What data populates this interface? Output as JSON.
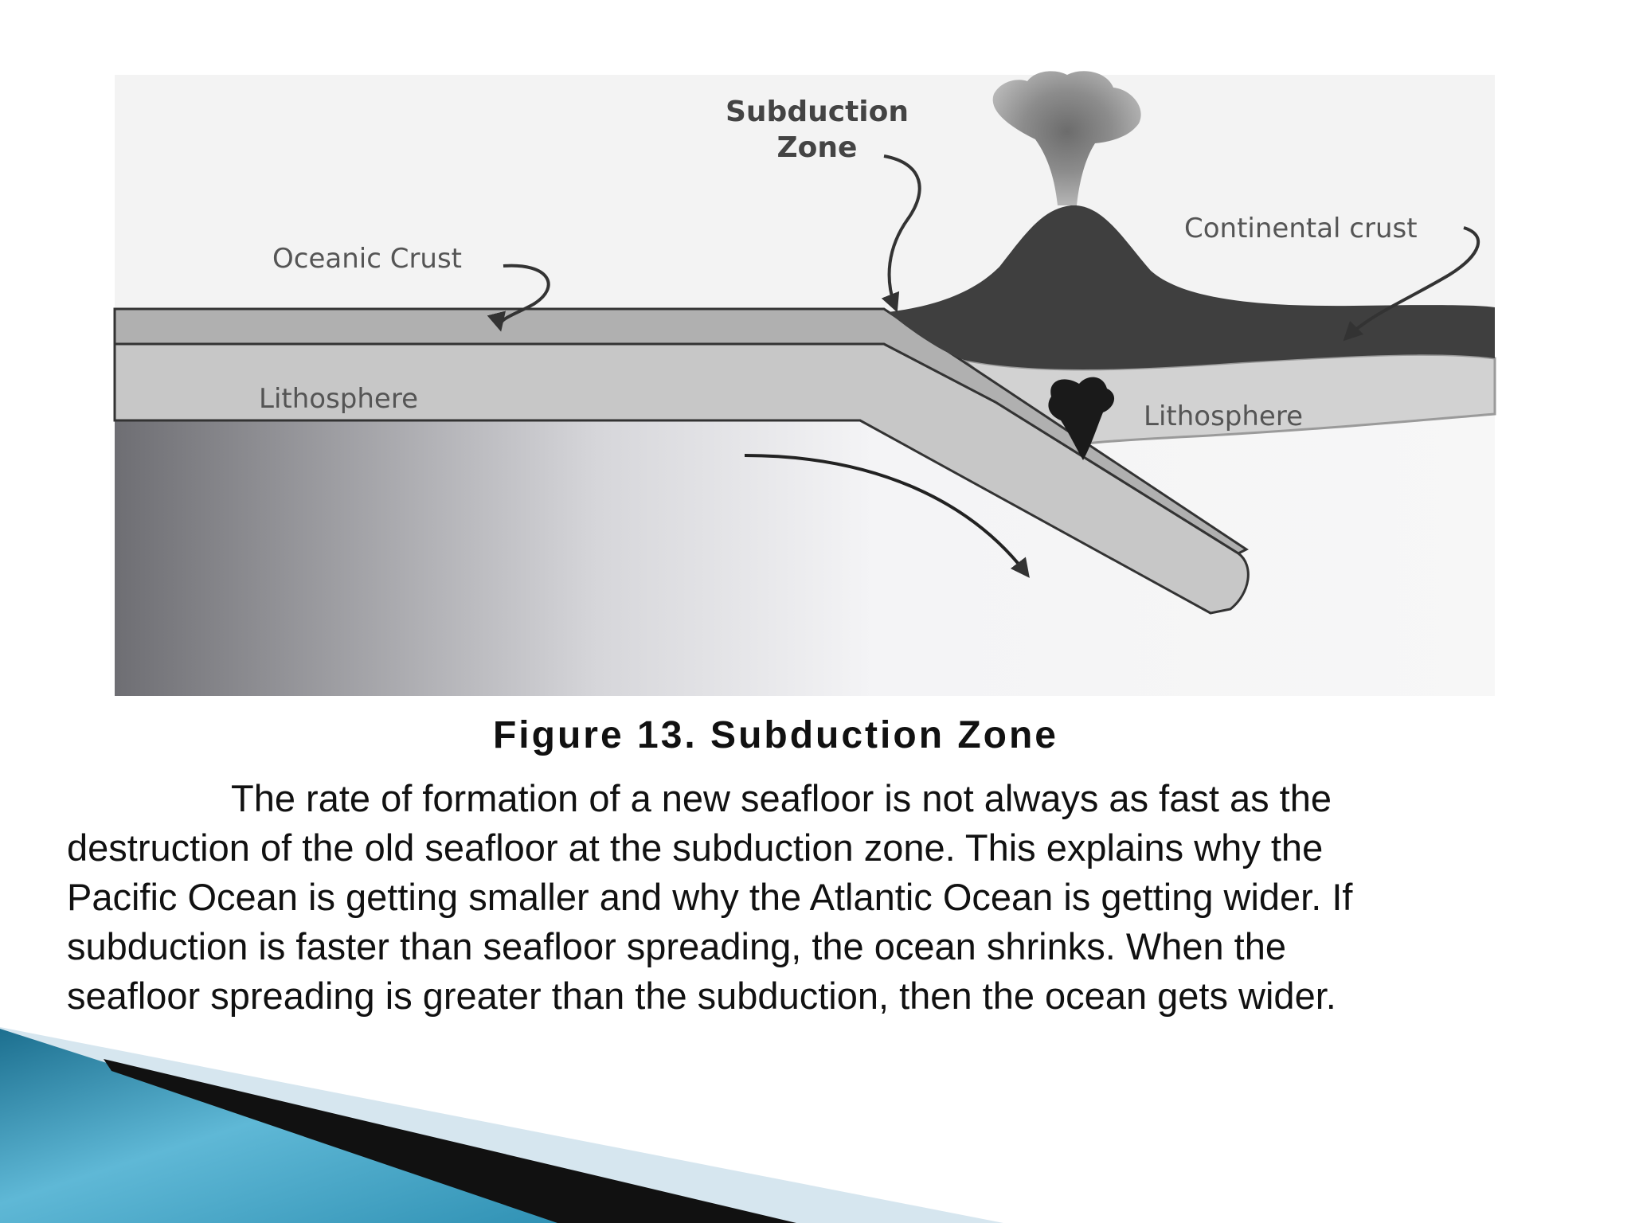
{
  "figure": {
    "labels": {
      "subduction_zone_line1": "Subduction",
      "subduction_zone_line2": "Zone",
      "oceanic_crust": "Oceanic Crust",
      "continental_crust": "Continental crust",
      "lithosphere_left": "Lithosphere",
      "lithosphere_right": "Lithosphere"
    },
    "caption": "Figure 13. Subduction Zone"
  },
  "body": {
    "lines": [
      "The rate of formation of a new seafloor is not always as fast as the",
      "destruction of the old seafloor at the subduction zone. This explains why the",
      "Pacific Ocean is getting smaller and why the Atlantic Ocean is getting wider. If",
      "subduction is faster than seafloor spreading, the ocean shrinks. When the",
      "seafloor spreading is greater than the subduction, then the ocean gets wider."
    ]
  },
  "colors": {
    "accent_teal": "#2a8fb0",
    "accent_light": "#d6e6ef",
    "dark_band": "#111111"
  }
}
